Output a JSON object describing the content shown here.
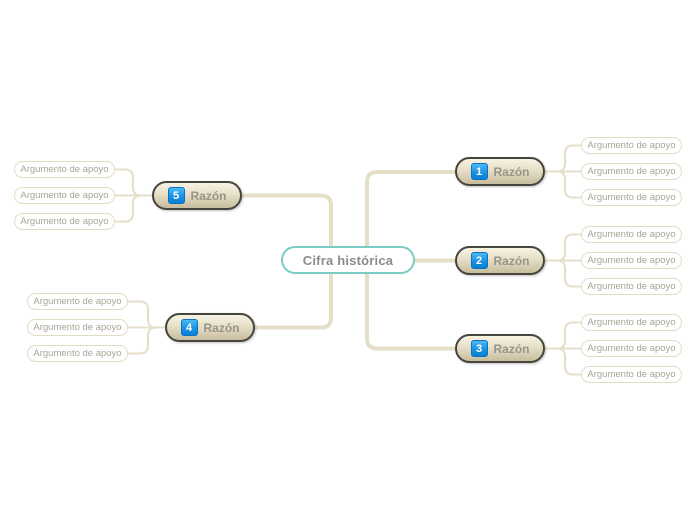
{
  "app": {
    "description_label": "mind map"
  },
  "central": {
    "label": "Cifra histórica"
  },
  "colors": {
    "connector": "#e6dfc8",
    "central_border": "#7accc4",
    "central_text": "#8b8b89",
    "branch_fill_top": "#f7f3e3",
    "branch_fill_bottom": "#c7bd9e",
    "branch_border": "#45453e",
    "branch_text": "#98948a",
    "badge_fill_top": "#4abaf6",
    "badge_fill_bottom": "#0a7ed4",
    "badge_text": "#ffffff",
    "argument_border": "#e3dcc3",
    "argument_text": "#a8a498"
  },
  "branches": [
    {
      "number": "1",
      "label": "Razón",
      "children": [
        "Argumento de apoyo",
        "Argumento de apoyo",
        "Argumento de apoyo"
      ]
    },
    {
      "number": "2",
      "label": "Razón",
      "children": [
        "Argumento de apoyo",
        "Argumento de apoyo",
        "Argumento de apoyo"
      ]
    },
    {
      "number": "3",
      "label": "Razón",
      "children": [
        "Argumento de apoyo",
        "Argumento de apoyo",
        "Argumento de apoyo"
      ]
    },
    {
      "number": "4",
      "label": "Razón",
      "children": [
        "Argumento de apoyo",
        "Argumento de apoyo",
        "Argumento de apoyo"
      ]
    },
    {
      "number": "5",
      "label": "Razón",
      "children": [
        "Argumento de apoyo",
        "Argumento de apoyo",
        "Argumento de apoyo"
      ]
    }
  ]
}
